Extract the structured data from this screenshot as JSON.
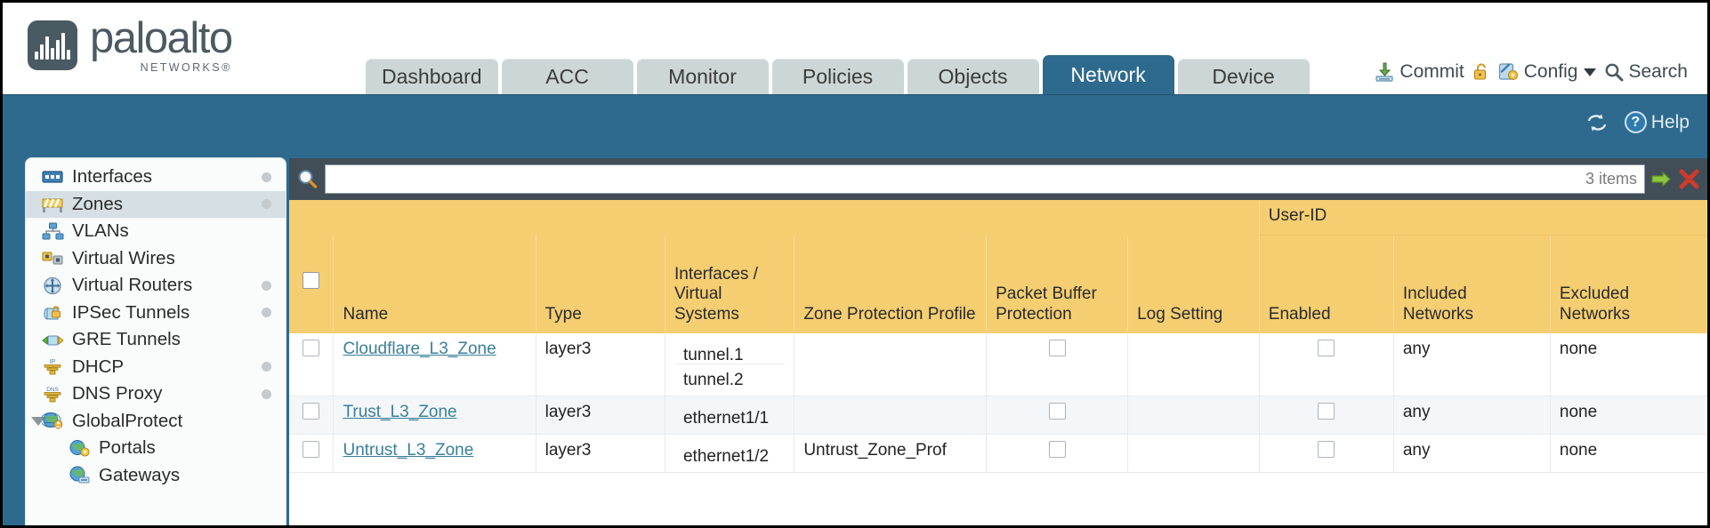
{
  "brand": {
    "name": "paloalto",
    "sub": "NETWORKS®",
    "logo_icon": "paloalto-waveform-logo"
  },
  "tabs": [
    {
      "label": "Dashboard",
      "active": false
    },
    {
      "label": "ACC",
      "active": false
    },
    {
      "label": "Monitor",
      "active": false
    },
    {
      "label": "Policies",
      "active": false
    },
    {
      "label": "Objects",
      "active": false
    },
    {
      "label": "Network",
      "active": true
    },
    {
      "label": "Device",
      "active": false
    }
  ],
  "top_actions": {
    "commit": "Commit",
    "commit_icon": "commit-save-icon",
    "lock_icon": "unlocked-padlock-icon",
    "config": "Config",
    "config_icon": "config-wrench-icon",
    "config_caret_icon": "chevron-down-icon",
    "search": "Search",
    "search_icon": "search-icon"
  },
  "blueband": {
    "refresh_icon": "refresh-icon",
    "help": "Help",
    "help_icon": "help-question-icon",
    "help_glyph": "?"
  },
  "sidebar": {
    "items": [
      {
        "label": "Interfaces",
        "icon": "interfaces-icon",
        "dot": true,
        "child": false,
        "selected": false,
        "twisty": false
      },
      {
        "label": "Zones",
        "icon": "zones-icon",
        "dot": true,
        "child": false,
        "selected": true,
        "twisty": false
      },
      {
        "label": "VLANs",
        "icon": "vlans-icon",
        "dot": false,
        "child": false,
        "selected": false,
        "twisty": false
      },
      {
        "label": "Virtual Wires",
        "icon": "virtual-wires-icon",
        "dot": false,
        "child": false,
        "selected": false,
        "twisty": false
      },
      {
        "label": "Virtual Routers",
        "icon": "virtual-routers-icon",
        "dot": true,
        "child": false,
        "selected": false,
        "twisty": false
      },
      {
        "label": "IPSec Tunnels",
        "icon": "ipsec-tunnels-icon",
        "dot": true,
        "child": false,
        "selected": false,
        "twisty": false
      },
      {
        "label": "GRE Tunnels",
        "icon": "gre-tunnels-icon",
        "dot": false,
        "child": false,
        "selected": false,
        "twisty": false
      },
      {
        "label": "DHCP",
        "icon": "dhcp-icon",
        "dot": true,
        "child": false,
        "selected": false,
        "twisty": false
      },
      {
        "label": "DNS Proxy",
        "icon": "dns-proxy-icon",
        "dot": true,
        "child": false,
        "selected": false,
        "twisty": false
      },
      {
        "label": "GlobalProtect",
        "icon": "globalprotect-icon",
        "dot": false,
        "child": false,
        "selected": false,
        "twisty": true
      },
      {
        "label": "Portals",
        "icon": "portals-icon",
        "dot": false,
        "child": true,
        "selected": false,
        "twisty": false
      },
      {
        "label": "Gateways",
        "icon": "gateways-icon",
        "dot": false,
        "child": true,
        "selected": false,
        "twisty": false
      }
    ]
  },
  "search": {
    "value": "",
    "placeholder": "",
    "items_count": "3 items",
    "magnifier_icon": "search-icon",
    "go_icon": "apply-filter-arrow-icon",
    "clear_icon": "clear-filter-x-icon"
  },
  "table": {
    "group_header": "User-ID",
    "columns": [
      "Name",
      "Type",
      "Interfaces / Virtual Systems",
      "Zone Protection Profile",
      "Packet Buffer Protection",
      "Log Setting",
      "Enabled",
      "Included Networks",
      "Excluded Networks"
    ],
    "rows": [
      {
        "name": "Cloudflare_L3_Zone",
        "type": "layer3",
        "interfaces": [
          "tunnel.1",
          "tunnel.2"
        ],
        "zone_protection_profile": "",
        "packet_buffer_protection": false,
        "log_setting": "",
        "userid_enabled": false,
        "included_networks": "any",
        "excluded_networks": "none",
        "selected": false,
        "alt": false
      },
      {
        "name": "Trust_L3_Zone",
        "type": "layer3",
        "interfaces": [
          "ethernet1/1"
        ],
        "zone_protection_profile": "",
        "packet_buffer_protection": false,
        "log_setting": "",
        "userid_enabled": false,
        "included_networks": "any",
        "excluded_networks": "none",
        "selected": false,
        "alt": true
      },
      {
        "name": "Untrust_L3_Zone",
        "type": "layer3",
        "interfaces": [
          "ethernet1/2"
        ],
        "zone_protection_profile": "Untrust_Zone_Prof",
        "packet_buffer_protection": false,
        "log_setting": "",
        "userid_enabled": false,
        "included_networks": "any",
        "excluded_networks": "none",
        "selected": false,
        "alt": false
      }
    ]
  },
  "colors": {
    "brand_blue": "#2e6a8e",
    "table_header": "#f5ce72",
    "group_header": "#e3b13f",
    "link": "#3a7f9b",
    "searchbar": "#414e58",
    "tab_inactive": "#ccd6d6"
  }
}
